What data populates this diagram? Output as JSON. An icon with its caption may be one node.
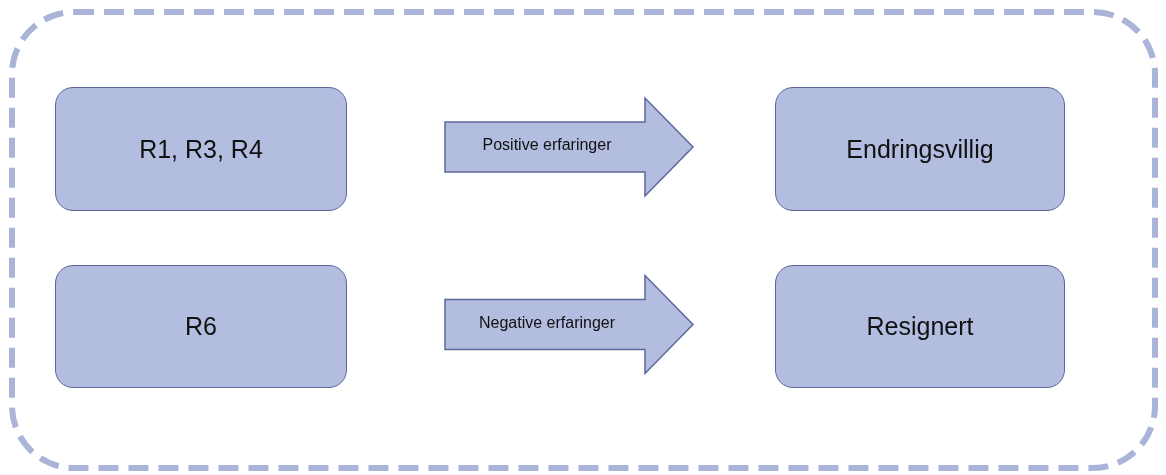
{
  "diagram": {
    "nodes": [
      {
        "text": [],
        "shape": "box"
      },
      {
        "text": [
          "R1, R3, R4"
        ],
        "in": 0
      },
      {
        "text": [
          "Endringsvillig"
        ],
        "in": 0
      },
      {
        "text": [
          "R6"
        ],
        "in": 0
      },
      {
        "text": [
          "Resignert"
        ],
        "in": 0
      }
    ],
    "edges": [
      {
        "from": 1,
        "to": 2,
        "arrow": "to",
        "label": "Positive erfaringer",
        "style": "thick"
      },
      {
        "from": 3,
        "to": 4,
        "arrow": "to",
        "label": "Negative erfaringer",
        "style": "thick"
      }
    ]
  }
}
